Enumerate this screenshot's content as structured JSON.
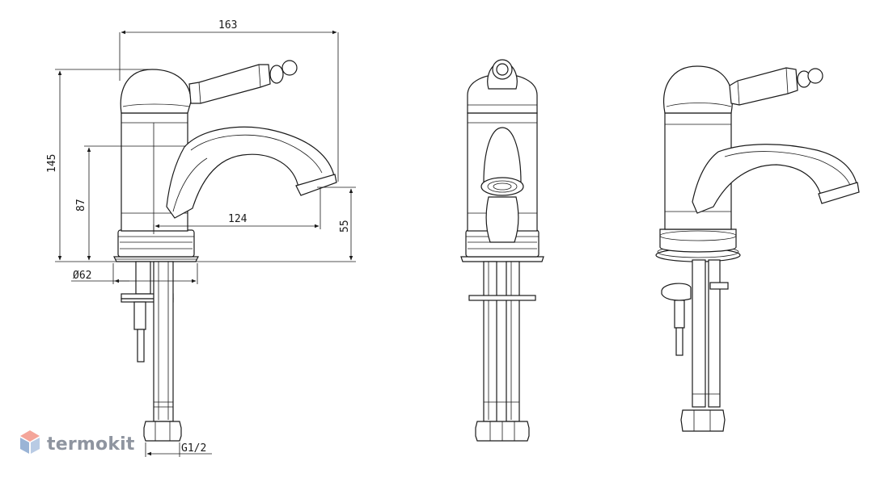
{
  "dimensions": {
    "width_total": "163",
    "height_total": "145",
    "height_spout": "87",
    "reach": "124",
    "clearance": "55",
    "base_diameter": "Ø62",
    "thread": "G1/2"
  },
  "watermark": {
    "brand": "termokit",
    "colors": {
      "top": "#f4a59a",
      "bottom": "#9ab4d6",
      "text": "#8f95a0"
    }
  }
}
